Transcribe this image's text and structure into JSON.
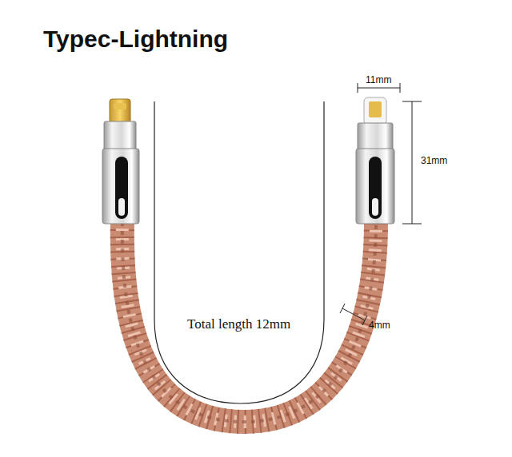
{
  "diagram": {
    "title": "Typec-Lightning",
    "labels": [
      "11mm",
      "31mm",
      "Total length 12mm",
      "4mm"
    ]
  }
}
